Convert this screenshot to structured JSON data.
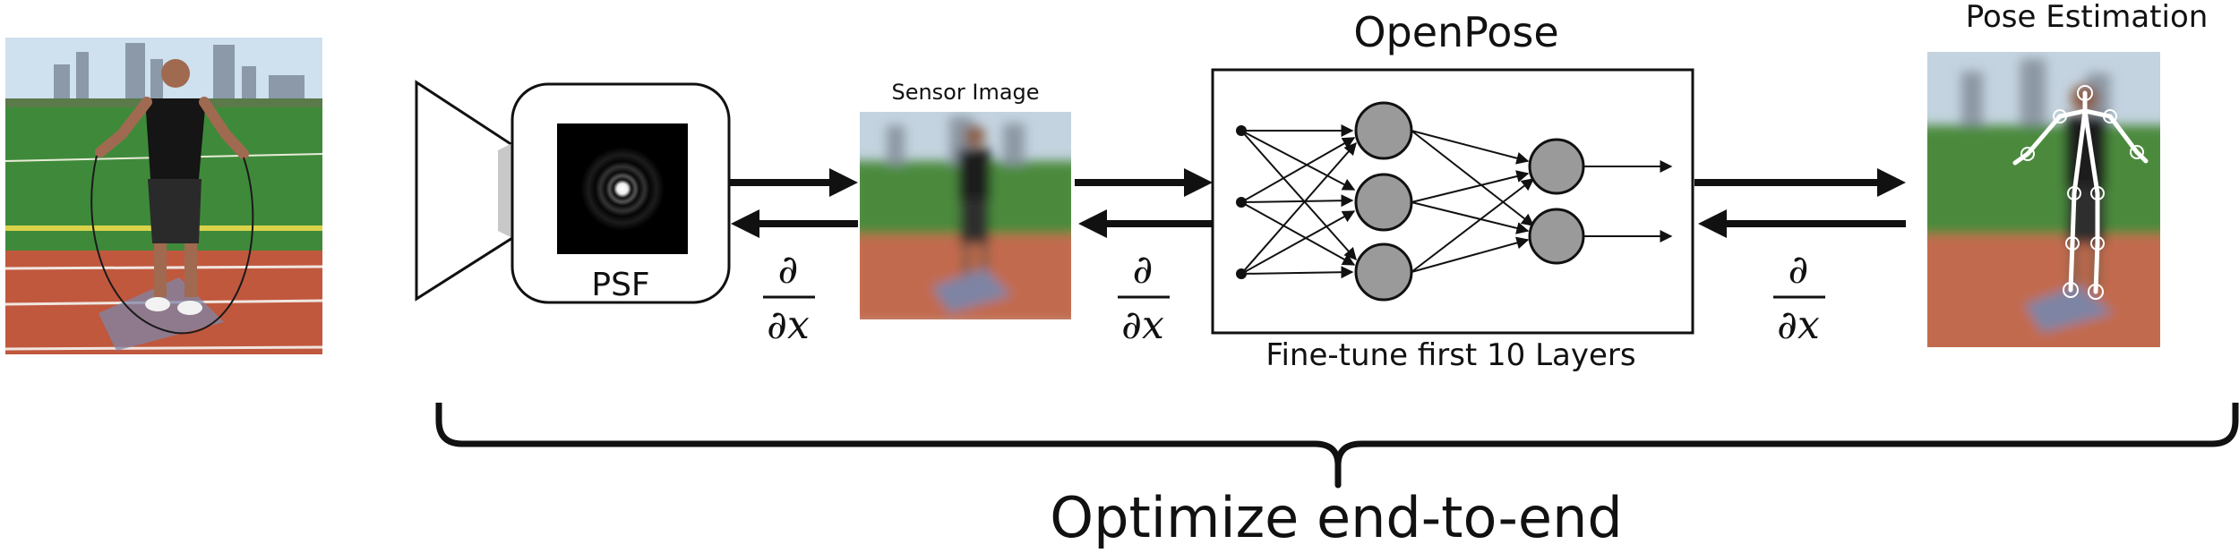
{
  "labels": {
    "psf": "PSF",
    "sensor_image": "Sensor Image",
    "openpose": "OpenPose",
    "fine_tune": "Fine-tune first 10 Layers",
    "pose_estimation": "Pose Estimation",
    "optimize": "Optimize end-to-end"
  },
  "gradient": {
    "numerator": "∂",
    "denominator": "∂x"
  },
  "colors": {
    "ink": "#111111",
    "neuron_fill": "#9a9a9a",
    "sky": "#cfe0ef",
    "grass": "#3f8a3a",
    "track": "#c0583e",
    "skeleton": "#ffffff"
  },
  "icons": {
    "camera": "camera-body-icon",
    "psf": "airy-disk-psf-icon",
    "network": "neural-network-icon"
  }
}
